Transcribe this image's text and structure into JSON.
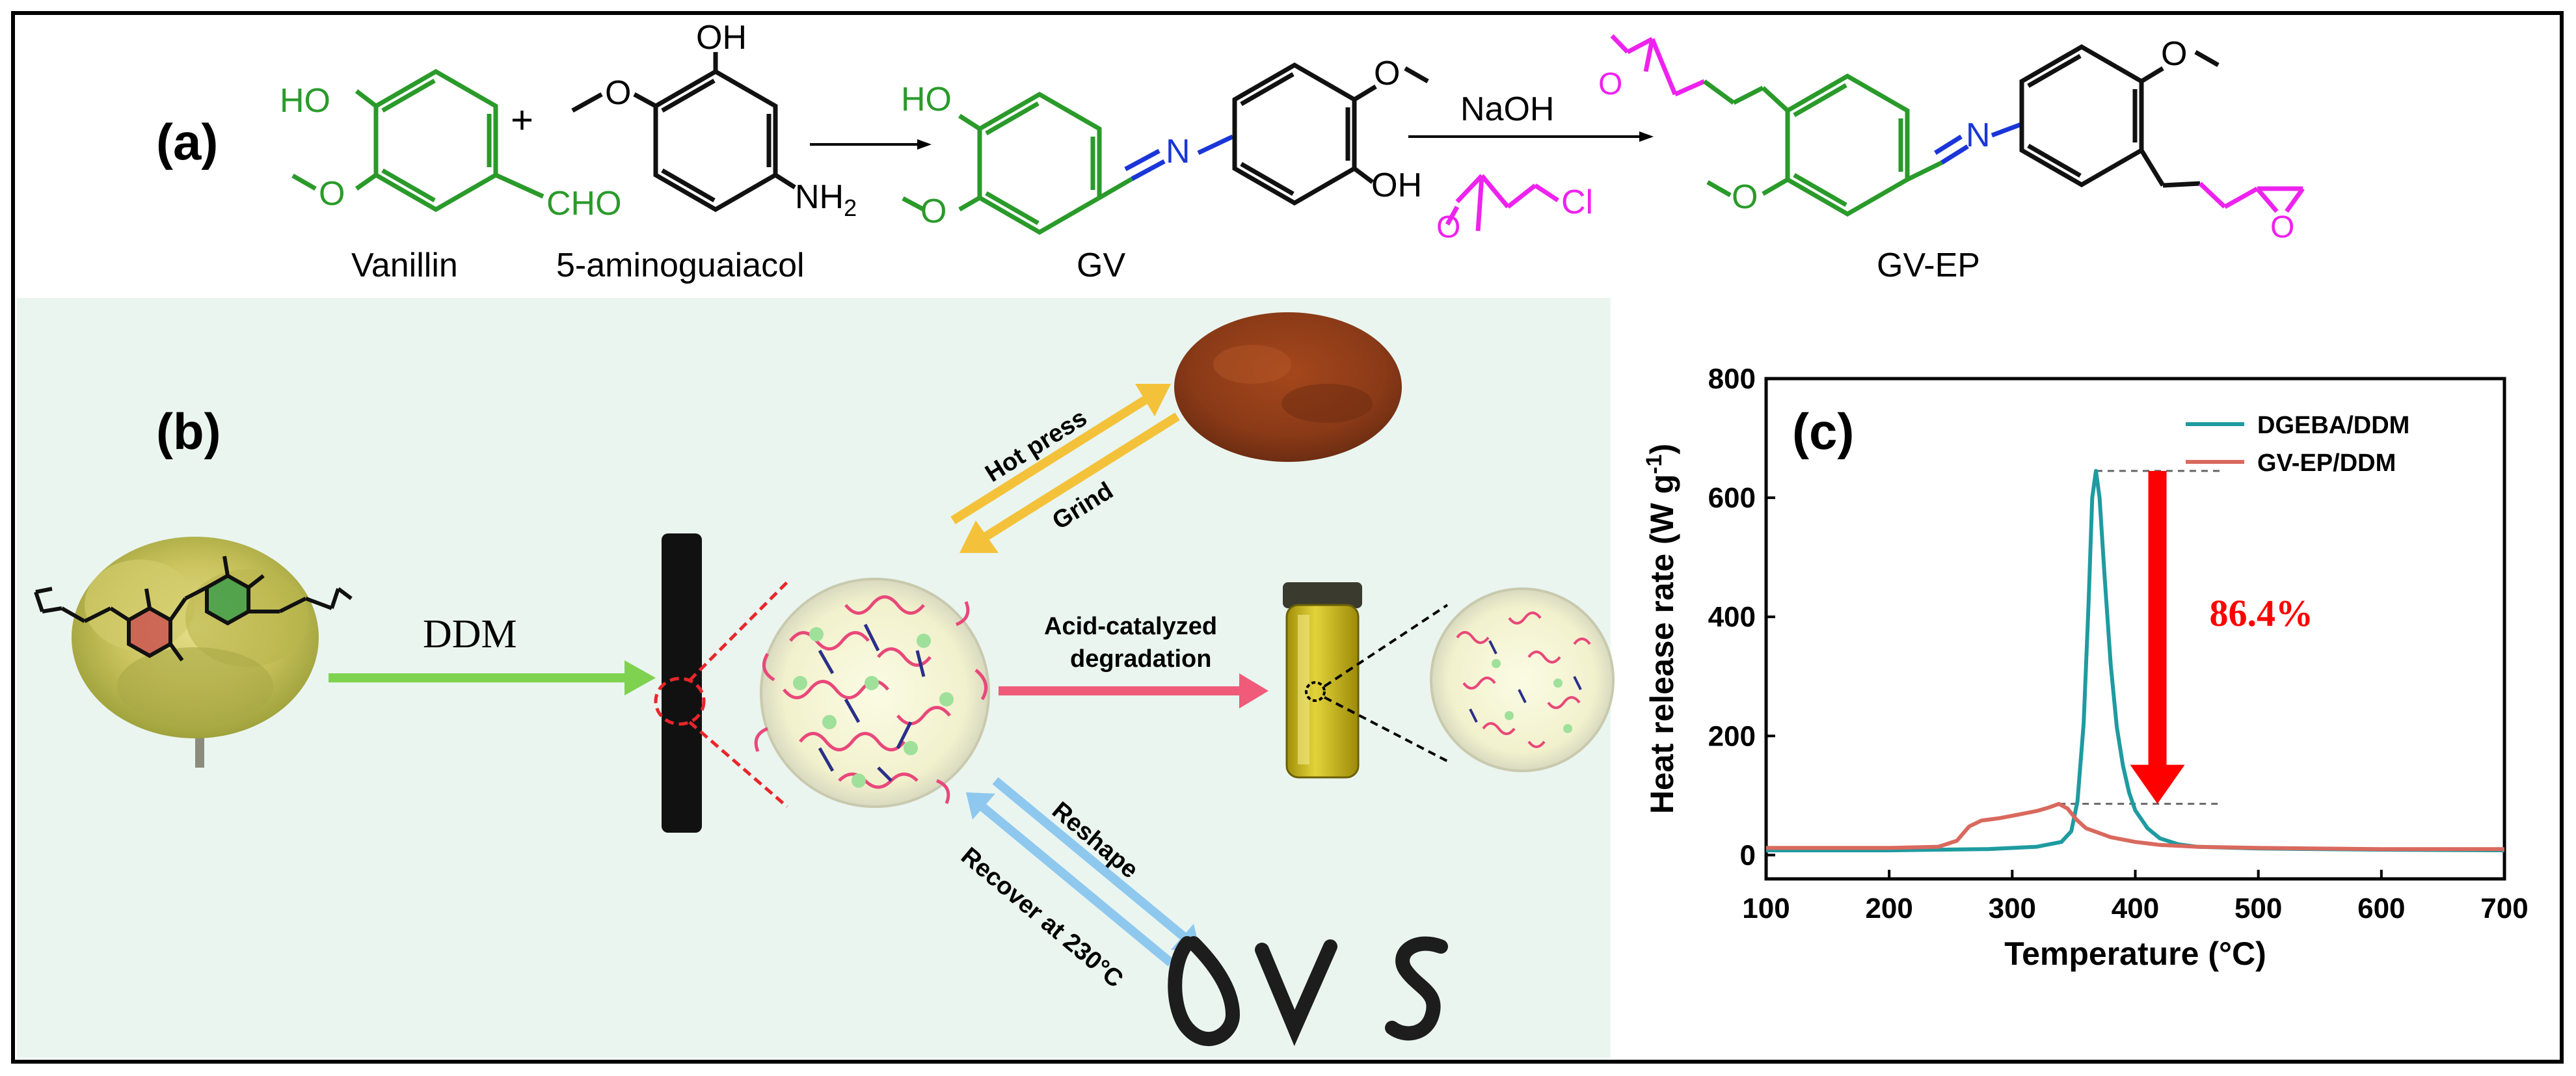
{
  "panel_a": {
    "label": "(a)",
    "vanillin": {
      "oh": "HO",
      "cho": "CHO",
      "name": "Vanillin"
    },
    "plus": "+",
    "aminoguaiacol": {
      "oh": "OH",
      "nh2": "NH",
      "nh2_sub": "2",
      "name": "5-aminoguaiacol"
    },
    "gv": {
      "ho": "HO",
      "n": "N",
      "oh": "OH",
      "name": "GV"
    },
    "reagents": {
      "top": "NaOH",
      "cl": "Cl"
    },
    "gv_ep": {
      "o_top": "O",
      "n": "N",
      "o_right": "O",
      "name": "GV-EP"
    }
  },
  "panel_b": {
    "label": "(b)",
    "ddm": "DDM",
    "hot_press": "Hot press",
    "grind": "Grind",
    "acid_line1": "Acid-catalyzed",
    "acid_line2": "degradation",
    "reshape": "Reshape",
    "recover": "Recover at 230°C",
    "colors": {
      "green_arrow": "#7fd24f",
      "orange_arrow": "#f4c23a",
      "pink_arrow": "#ef5b79",
      "blue_arrow": "#8ec8ee",
      "red_dash": "#e8262a",
      "background": "#eaf5f0",
      "powder": "#8a3a17",
      "vial_liquid": "#c7b411"
    }
  },
  "panel_c": {
    "label": "(c)",
    "annotation": "86.4%",
    "annotation_color": "#ff0000",
    "chart_data": {
      "type": "line",
      "xlabel": "Temperature (°C)",
      "ylabel": "Heat release rate (W g",
      "ylabel_sup": "-1",
      "ylabel_end": ")",
      "xlim": [
        100,
        700
      ],
      "ylim": [
        -40,
        800
      ],
      "xticks": [
        100,
        200,
        300,
        400,
        500,
        600,
        700
      ],
      "yticks": [
        0,
        200,
        400,
        600,
        800
      ],
      "legend_position": "top-right",
      "series": [
        {
          "name": "DGEBA/DDM",
          "color": "#1e9ba0",
          "x": [
            100,
            200,
            280,
            320,
            340,
            348,
            353,
            358,
            362,
            365,
            368,
            371,
            375,
            380,
            385,
            390,
            395,
            400,
            410,
            420,
            435,
            450,
            500,
            600,
            700
          ],
          "y": [
            8,
            8,
            10,
            14,
            22,
            40,
            90,
            220,
            420,
            600,
            645,
            600,
            470,
            320,
            215,
            150,
            105,
            75,
            45,
            28,
            18,
            14,
            11,
            9,
            8
          ]
        },
        {
          "name": "GV-EP/DDM",
          "color": "#d9695e",
          "x": [
            100,
            200,
            240,
            255,
            265,
            275,
            290,
            300,
            310,
            320,
            330,
            338,
            345,
            352,
            360,
            380,
            400,
            420,
            450,
            500,
            600,
            700
          ],
          "y": [
            12,
            12,
            14,
            24,
            48,
            58,
            62,
            66,
            70,
            74,
            80,
            86,
            78,
            60,
            45,
            30,
            22,
            17,
            14,
            12,
            10,
            10
          ]
        }
      ]
    }
  }
}
